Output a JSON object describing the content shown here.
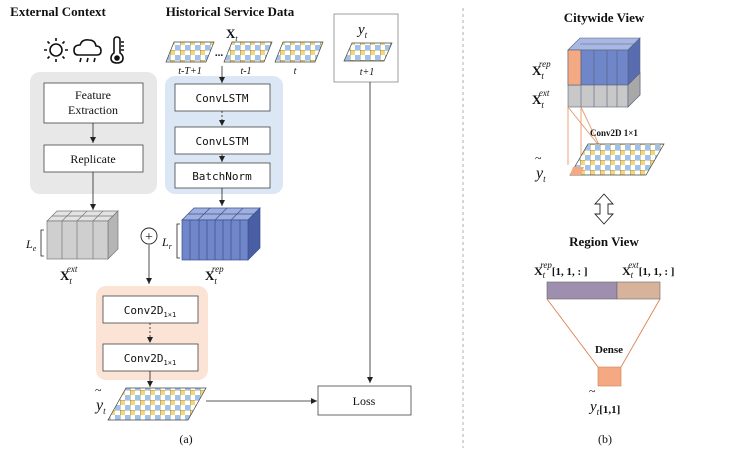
{
  "panel_a": {
    "external_context_title": "External Context",
    "historical_title": "Historical Service Data",
    "x_t_label": "X",
    "x_t_sub": "t",
    "grid_time_labels": [
      "t-T+1",
      "...",
      "t-1",
      "t"
    ],
    "target": {
      "y": "y",
      "sub": "t",
      "time": "t+1"
    },
    "feature_extraction": [
      "Feature",
      "Extraction"
    ],
    "replicate": "Replicate",
    "convlstm_1": "ConvLSTM",
    "convlstm_2": "ConvLSTM",
    "batchnorm": "BatchNorm",
    "le": {
      "L": "L",
      "sub": "e"
    },
    "lr": {
      "L": "L",
      "sub": "r"
    },
    "x_ext": {
      "X": "X",
      "sub": "t",
      "sup": "ext"
    },
    "x_rep": {
      "X": "X",
      "sub": "t",
      "sup": "rep"
    },
    "plus": "+",
    "conv2d": {
      "main": "Conv2D",
      "sub": "1×1"
    },
    "y_pred": {
      "y": "y",
      "sub": "t"
    },
    "loss": "Loss",
    "caption": "(a)"
  },
  "panel_b": {
    "citywide_title": "Citywide View",
    "x_rep": {
      "X": "X",
      "sub": "t",
      "sup": "rep"
    },
    "x_ext": {
      "X": "X",
      "sub": "t",
      "sup": "ext"
    },
    "conv_label": "Conv2D  1×1",
    "y_pred": {
      "y": "y",
      "sub": "t"
    },
    "region_title": "Region View",
    "x_rep_idx": {
      "X": "X",
      "sub": "t",
      "sup": "rep",
      "idx": "[1, 1, : ]"
    },
    "x_ext_idx": {
      "X": "X",
      "sub": "t",
      "sup": "ext",
      "idx": "[1, 1, : ]"
    },
    "dense": "Dense",
    "y_region": {
      "y": "y",
      "sub": "t",
      "idx": "[1,1]"
    },
    "caption": "(b)"
  },
  "colors": {
    "external_panel": "#e8e8e8",
    "historical_panel": "#dbe7f4",
    "conv_panel": "#fbe3d6",
    "cube_blue": "#6f86c9",
    "cube_gray": "#c8c8c8",
    "cube_orange": "#f4b08a",
    "dense_orange": "#f4a983",
    "bar_purple": "#9f8fae",
    "bar_tan": "#d8b39c",
    "grid_yellow": "#f3d77a",
    "grid_blue": "#9ec2e8"
  }
}
